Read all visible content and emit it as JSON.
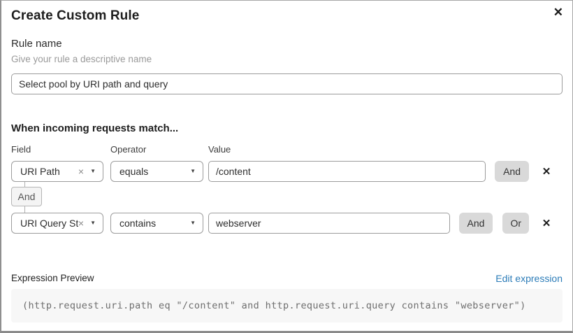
{
  "dialog": {
    "title": "Create Custom Rule"
  },
  "colors": {
    "link_blue": "#2c7cb8",
    "conj_button_bg": "#d9d9d9",
    "code_box_bg": "#f7f7f7"
  },
  "icons": {
    "close": "✕",
    "remove": "✕",
    "clear": "×",
    "caret": "▼"
  },
  "rule_name": {
    "label": "Rule name",
    "helper": "Give your rule a descriptive name",
    "value": "Select pool by URI path and query"
  },
  "matcher": {
    "heading": "When incoming requests match...",
    "columns": {
      "field": "Field",
      "operator": "Operator",
      "value": "Value"
    },
    "connector": "And",
    "rows": [
      {
        "field": "URI Path",
        "operator": "equals",
        "value": "/content",
        "and_label": "And"
      },
      {
        "field": "URI Query St...",
        "operator": "contains",
        "value": "webserver",
        "and_label": "And",
        "or_label": "Or"
      }
    ]
  },
  "expression": {
    "label": "Expression Preview",
    "edit_link": "Edit expression",
    "code": "(http.request.uri.path eq \"/content\" and http.request.uri.query contains \"webserver\")"
  }
}
